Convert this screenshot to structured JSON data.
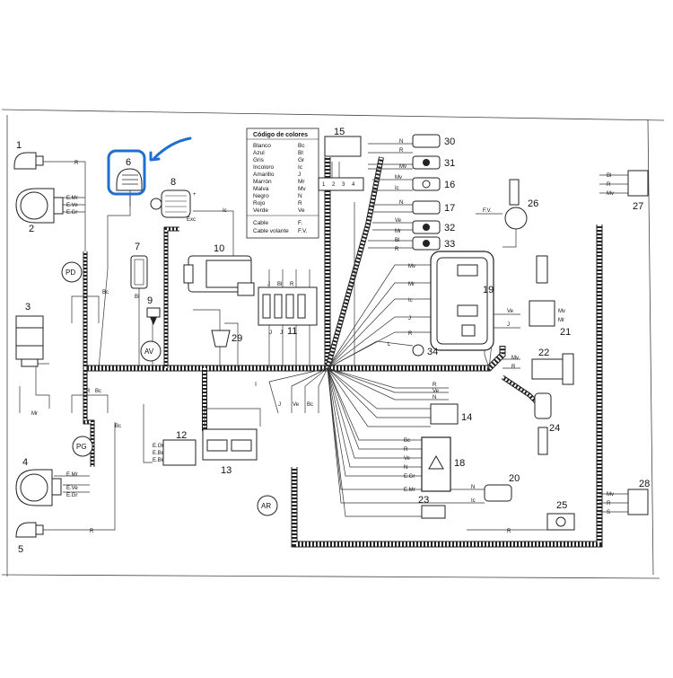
{
  "legend": {
    "title": "Código de colores",
    "rows": [
      [
        "Blanco",
        "Bc"
      ],
      [
        "Azul",
        "Bl"
      ],
      [
        "Gris",
        "Gr"
      ],
      [
        "Incoloro",
        "Ic"
      ],
      [
        "Amarillo",
        "J"
      ],
      [
        "Marrón",
        "Mr"
      ],
      [
        "Malva",
        "Mv"
      ],
      [
        "Negro",
        "N"
      ],
      [
        "Rojo",
        "R"
      ],
      [
        "Verde",
        "Ve"
      ]
    ],
    "extra": [
      [
        "Cable",
        "F."
      ],
      [
        "Cable volante",
        "F.V."
      ]
    ]
  },
  "component_numbers": {
    "c1": "1",
    "c2": "2",
    "c3": "3",
    "c4": "4",
    "c5": "5",
    "c6": "6",
    "c7": "7",
    "c8": "8",
    "c9": "9",
    "c10": "10",
    "c11": "11",
    "c12": "12",
    "c13": "13",
    "c14": "14",
    "c15": "15",
    "c16": "16",
    "c17": "17",
    "c18": "18",
    "c19": "19",
    "c20": "20",
    "c21": "21",
    "c22": "22",
    "c23": "23",
    "c24": "24",
    "c25": "25",
    "c26": "26",
    "c27": "27",
    "c28": "28",
    "c29": "29",
    "c30": "30",
    "c31": "31",
    "c32": "32",
    "c33": "33",
    "c34": "34"
  },
  "zones": {
    "pd": "PD",
    "pg": "PG",
    "av": "AV",
    "ar": "AR"
  },
  "wire_labels": {
    "exc": "Exc",
    "plus": "+",
    "bc": "Bc",
    "bl": "Bl",
    "r": "R",
    "mr": "Mr",
    "ve": "Ve",
    "n": "N",
    "j": "J",
    "ic": "Ic",
    "mv": "Mv",
    "gr": "Gr",
    "emr": "E.Mr",
    "eve": "E.Ve",
    "egr": "E.Gr",
    "ebr": "E.Br",
    "ebl": "E.Bl",
    "fv": "F.V.",
    "one": "1",
    "two": "2",
    "three": "3",
    "four": "4",
    "s": "S",
    "l": "L"
  },
  "highlight": {
    "color": "#1f6fd1",
    "target": "6"
  }
}
